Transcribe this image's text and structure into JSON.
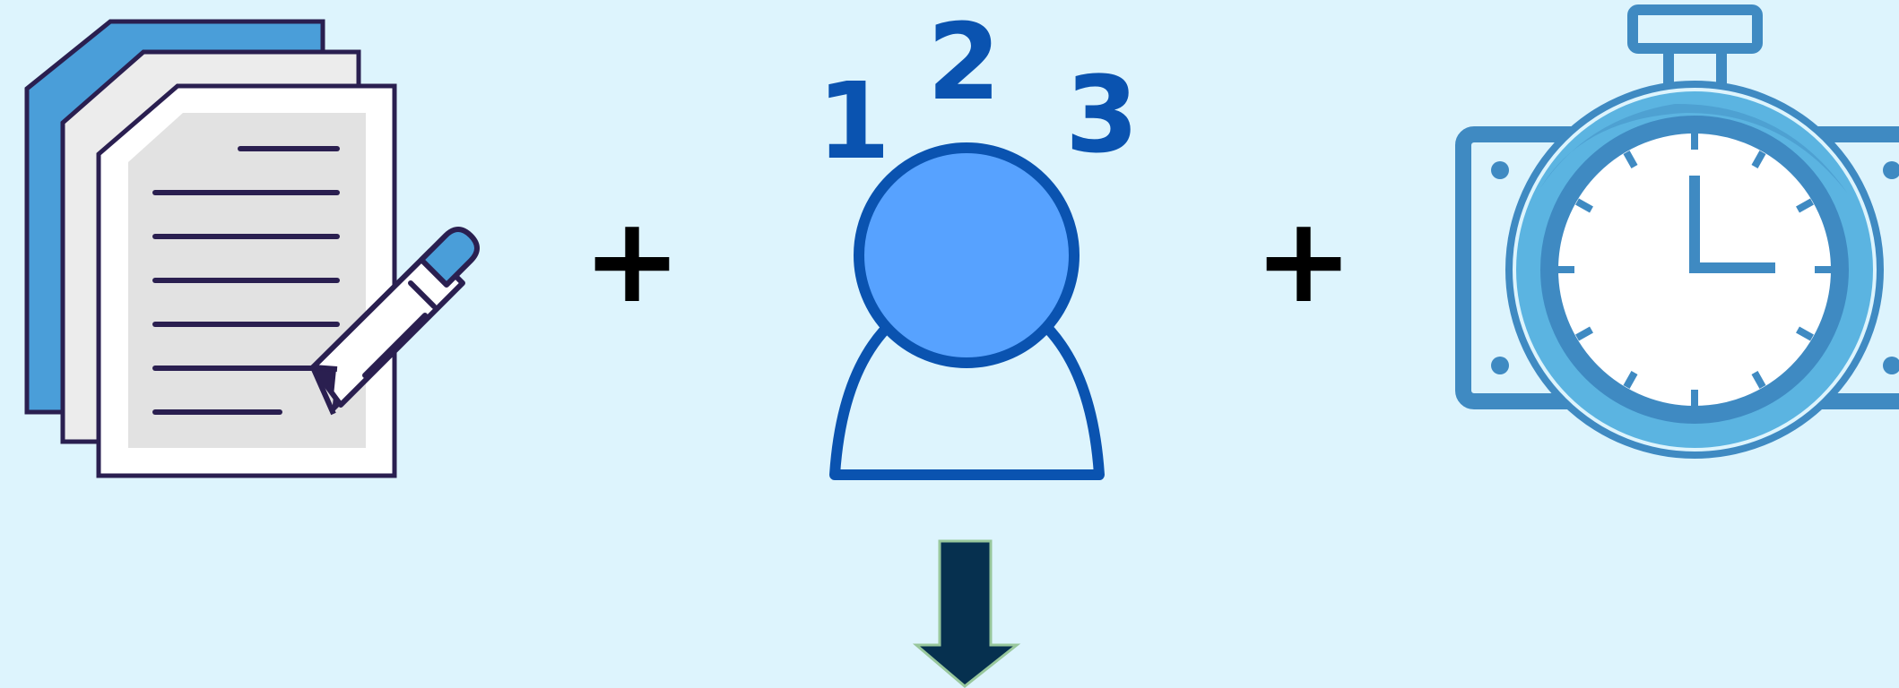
{
  "diagram": {
    "operators": {
      "plus_1": "+",
      "plus_2": "+"
    },
    "person_numbers": {
      "n1": "1",
      "n2": "2",
      "n3": "3"
    },
    "colors": {
      "background": "#ddf4fd",
      "document_outline": "#2a1f50",
      "document_back": "#4a9ed9",
      "document_mid": "#ececec",
      "document_front": "#ffffff",
      "document_inner": "#e2e2e2",
      "pencil": "#4a9ed9",
      "person_stroke": "#0a53b0",
      "person_head": "#57a2ff",
      "stopwatch_dark": "#3f8ac2",
      "stopwatch_light": "#5bb4e1",
      "arrow_fill": "#06304f",
      "arrow_stroke": "#98c79c"
    },
    "icons": {
      "documents": "documents-with-pencil-icon",
      "person": "person-with-numbers-icon",
      "stopwatch": "stopwatch-icon",
      "arrow": "down-arrow-icon"
    }
  }
}
